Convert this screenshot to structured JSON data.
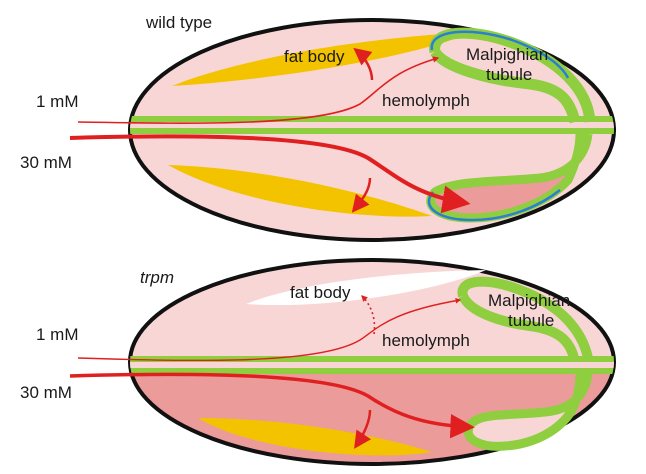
{
  "panels": {
    "top": {
      "title": "wild type",
      "fat_body": "fat body",
      "tubule_line1": "Malpighian",
      "tubule_line2": "tubule",
      "hemolymph": "hemolymph",
      "low_dose": "1 mM",
      "high_dose": "30 mM"
    },
    "bottom": {
      "title": "trpm",
      "fat_body": "fat body",
      "tubule_line1": "Malpighian",
      "tubule_line2": "tubule",
      "hemolymph": "hemolymph",
      "low_dose": "1 mM",
      "high_dose": "30 mM"
    }
  },
  "colors": {
    "hemolymph_light": "#f8d6d6",
    "hemolymph_dark": "#ec9b9b",
    "fat_body": "#f4c300",
    "gut": "#8fce3f",
    "tubule_outline": "#2a7fd4",
    "arrow": "#e02020",
    "outline": "#111111"
  }
}
